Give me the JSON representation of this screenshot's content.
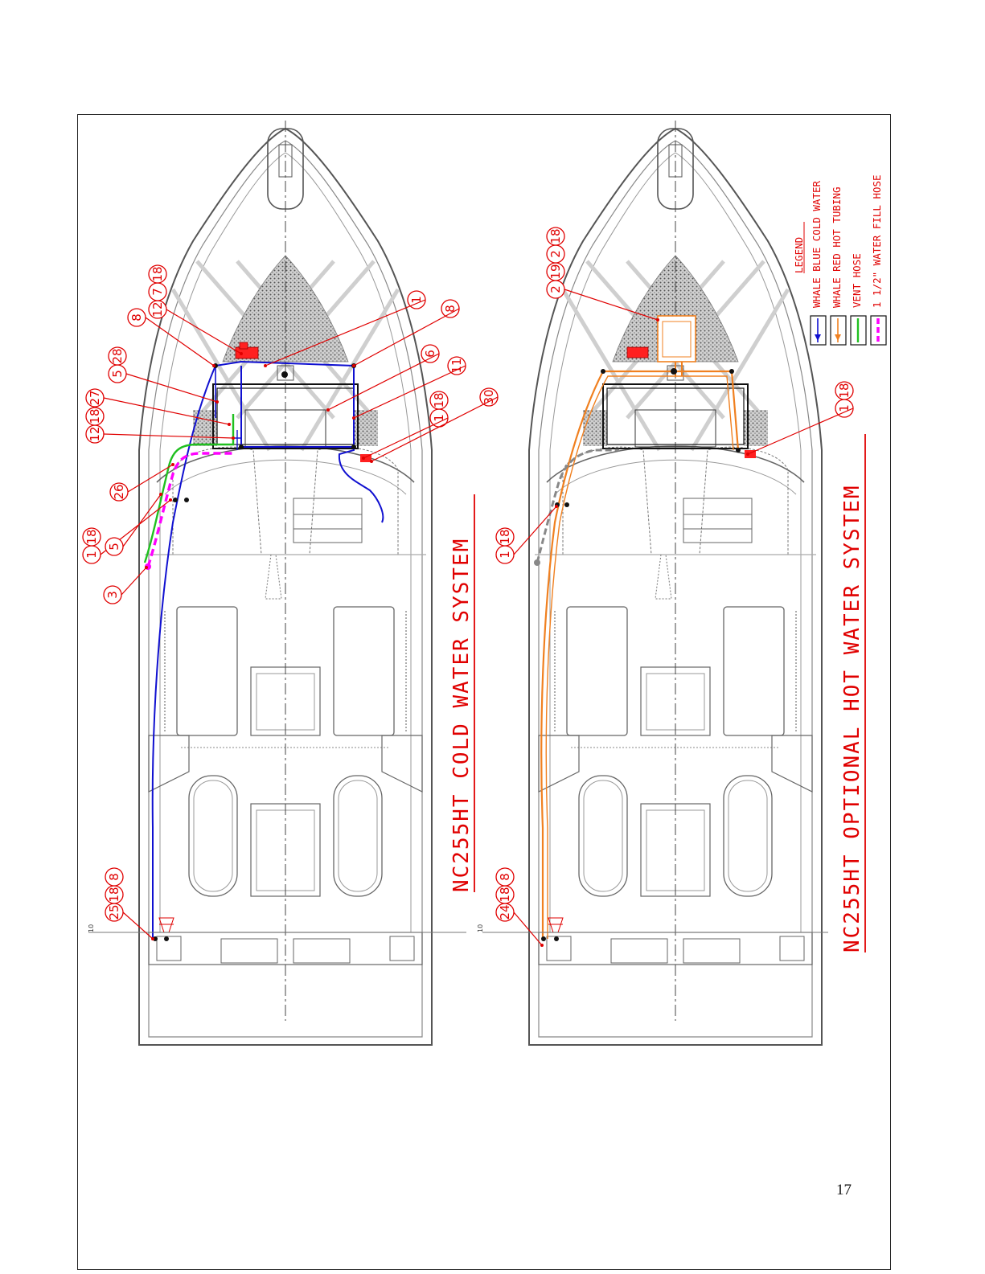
{
  "cold_title": "NC255HT COLD WATER SYSTEM",
  "hot_title": "NC255HT OPTIONAL HOT WATER SYSTEM",
  "legend": {
    "heading": "LEGEND",
    "items": [
      {
        "label": "WHALE BLUE COLD WATER",
        "color": "#1010d0",
        "style": "blue-arrow"
      },
      {
        "label": "WHALE RED HOT TUBING",
        "color": "#f08020",
        "style": "orange-arrow"
      },
      {
        "label": "VENT HOSE",
        "color": "#20c020",
        "style": "green-line"
      },
      {
        "label": "1 1/2\" WATER FILL HOSE",
        "color": "#ff00ff",
        "style": "magenta-dash"
      }
    ]
  },
  "tick_label": "10",
  "page_number": "17",
  "cold_callouts": [
    {
      "id": "c1",
      "labels": [
        "12",
        "7",
        "18"
      ]
    },
    {
      "id": "c2",
      "labels": [
        "8"
      ]
    },
    {
      "id": "c3",
      "labels": [
        "5",
        "28"
      ]
    },
    {
      "id": "c4",
      "labels": [
        "27"
      ]
    },
    {
      "id": "c5",
      "labels": [
        "12",
        "18"
      ]
    },
    {
      "id": "c6",
      "labels": [
        "26"
      ]
    },
    {
      "id": "c7",
      "labels": [
        "1",
        "18"
      ]
    },
    {
      "id": "c8",
      "labels": [
        "5"
      ]
    },
    {
      "id": "c9",
      "labels": [
        "3"
      ]
    },
    {
      "id": "c10",
      "labels": [
        "1"
      ]
    },
    {
      "id": "c11",
      "labels": [
        "8"
      ]
    },
    {
      "id": "c12",
      "labels": [
        "6"
      ]
    },
    {
      "id": "c13",
      "labels": [
        "11"
      ]
    },
    {
      "id": "c14",
      "labels": [
        "1",
        "18"
      ]
    },
    {
      "id": "c15",
      "labels": [
        "30"
      ]
    },
    {
      "id": "c16",
      "labels": [
        "25",
        "18",
        "8"
      ]
    }
  ],
  "hot_callouts": [
    {
      "id": "h1",
      "labels": [
        "2",
        "19",
        "2",
        "18"
      ]
    },
    {
      "id": "h2",
      "labels": [
        "1",
        "18"
      ]
    },
    {
      "id": "h3",
      "labels": [
        "1",
        "18"
      ]
    },
    {
      "id": "h4",
      "labels": [
        "24",
        "18",
        "8"
      ]
    }
  ]
}
